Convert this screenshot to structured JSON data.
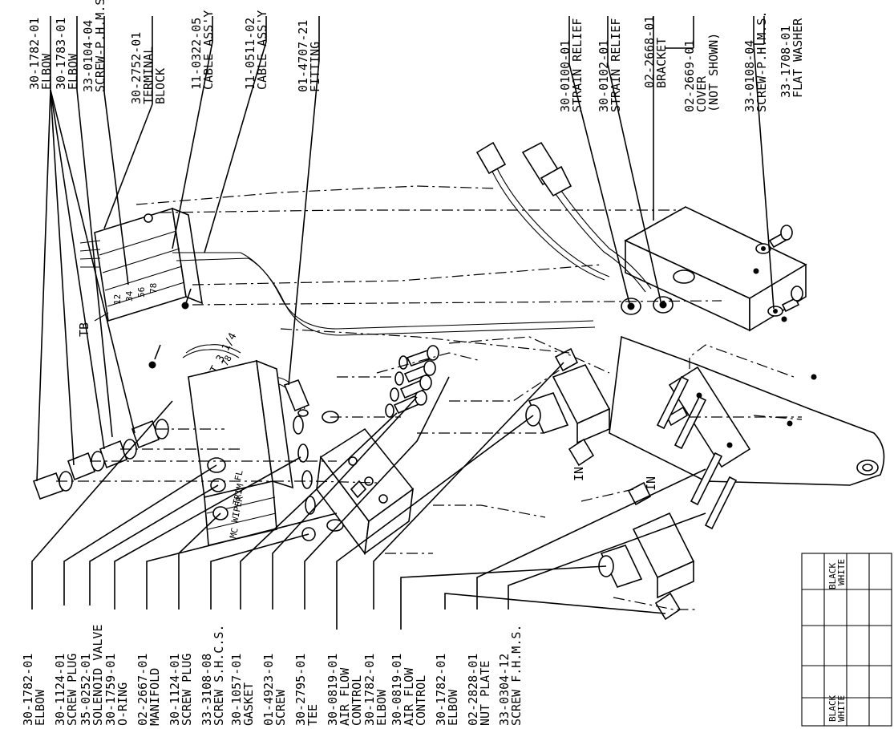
{
  "labels_bottom": [
    {
      "num": "30-1782-01",
      "desc": "ELBOW"
    },
    {
      "num": "30-1124-01",
      "desc": "SCREW PLUG"
    },
    {
      "num": "35-0252-01",
      "desc": "SOLENOID VALVE"
    },
    {
      "num": "30-1759-01",
      "desc": "O-RING"
    },
    {
      "num": "02-2667-01",
      "desc": "MANIFOLD"
    },
    {
      "num": "30-1124-01",
      "desc": "SCREW PLUG"
    },
    {
      "num": "33-3108-08",
      "desc": "SCREW S.H.C.S."
    },
    {
      "num": "30-1057-01",
      "desc": "GASKET"
    },
    {
      "num": "01-4923-01",
      "desc": "SCREW"
    },
    {
      "num": "30-2795-01",
      "desc": "TEE"
    },
    {
      "num": "30-0819-01",
      "desc": "AIR FLOW",
      "desc2": "CONTROL"
    },
    {
      "num": "30-1782-01",
      "desc": "ELBOW"
    },
    {
      "num": "30-0819-01",
      "desc": "AIR FLOW",
      "desc2": "CONTROL"
    },
    {
      "num": "30-1782-01",
      "desc": "ELBOW"
    },
    {
      "num": "02-2828-01",
      "desc": "NUT PLATE"
    },
    {
      "num": "33-0304-12",
      "desc": "SCREW F.H.M.S."
    }
  ],
  "labels_top_left": [
    {
      "num": "30-1782-01",
      "desc": "ELBOW"
    },
    {
      "num": "30-1783-01",
      "desc": "ELBOW"
    },
    {
      "num": "33-0104-04",
      "desc": "SCREW-P.H.M.S."
    },
    {
      "num": "30-2752-01",
      "desc": "TERMINAL",
      "desc2": "BLOCK"
    },
    {
      "num": "11-0322-05",
      "desc": "CABLE ASS'Y"
    },
    {
      "num": "11-0511-02",
      "desc": "CABLE ASS'Y"
    },
    {
      "num": "01-4707-21",
      "desc": "FITTING"
    }
  ],
  "labels_top_right": [
    {
      "num": "30-0100-01",
      "desc": "STRAIN RELIEF"
    },
    {
      "num": "30-0102-01",
      "desc": "STRAIN RELIEF"
    },
    {
      "num": "02-2668-01",
      "desc": "BRACKET"
    },
    {
      "num": "02-2669-01",
      "desc": "COVER",
      "desc2": "(NOT SHOWN)"
    },
    {
      "num": "33-0108-04",
      "desc": "SCREW-P.H.M.S."
    },
    {
      "num": "33-1708-01",
      "desc": "FLAT WASHER"
    }
  ],
  "callouts": {
    "tb": "TB",
    "cut": "CUT 3 1/4",
    "in_upper": "IN",
    "in_lower": "IN",
    "terminals": "12 34 56 78"
  },
  "valve_labels": [
    "FL",
    "TRIM",
    "WIPER",
    "MC"
  ],
  "wire_table": {
    "left_col": [
      "BLACK",
      "WHITE"
    ],
    "right_col": [
      "BLACK",
      "WHITE"
    ]
  }
}
